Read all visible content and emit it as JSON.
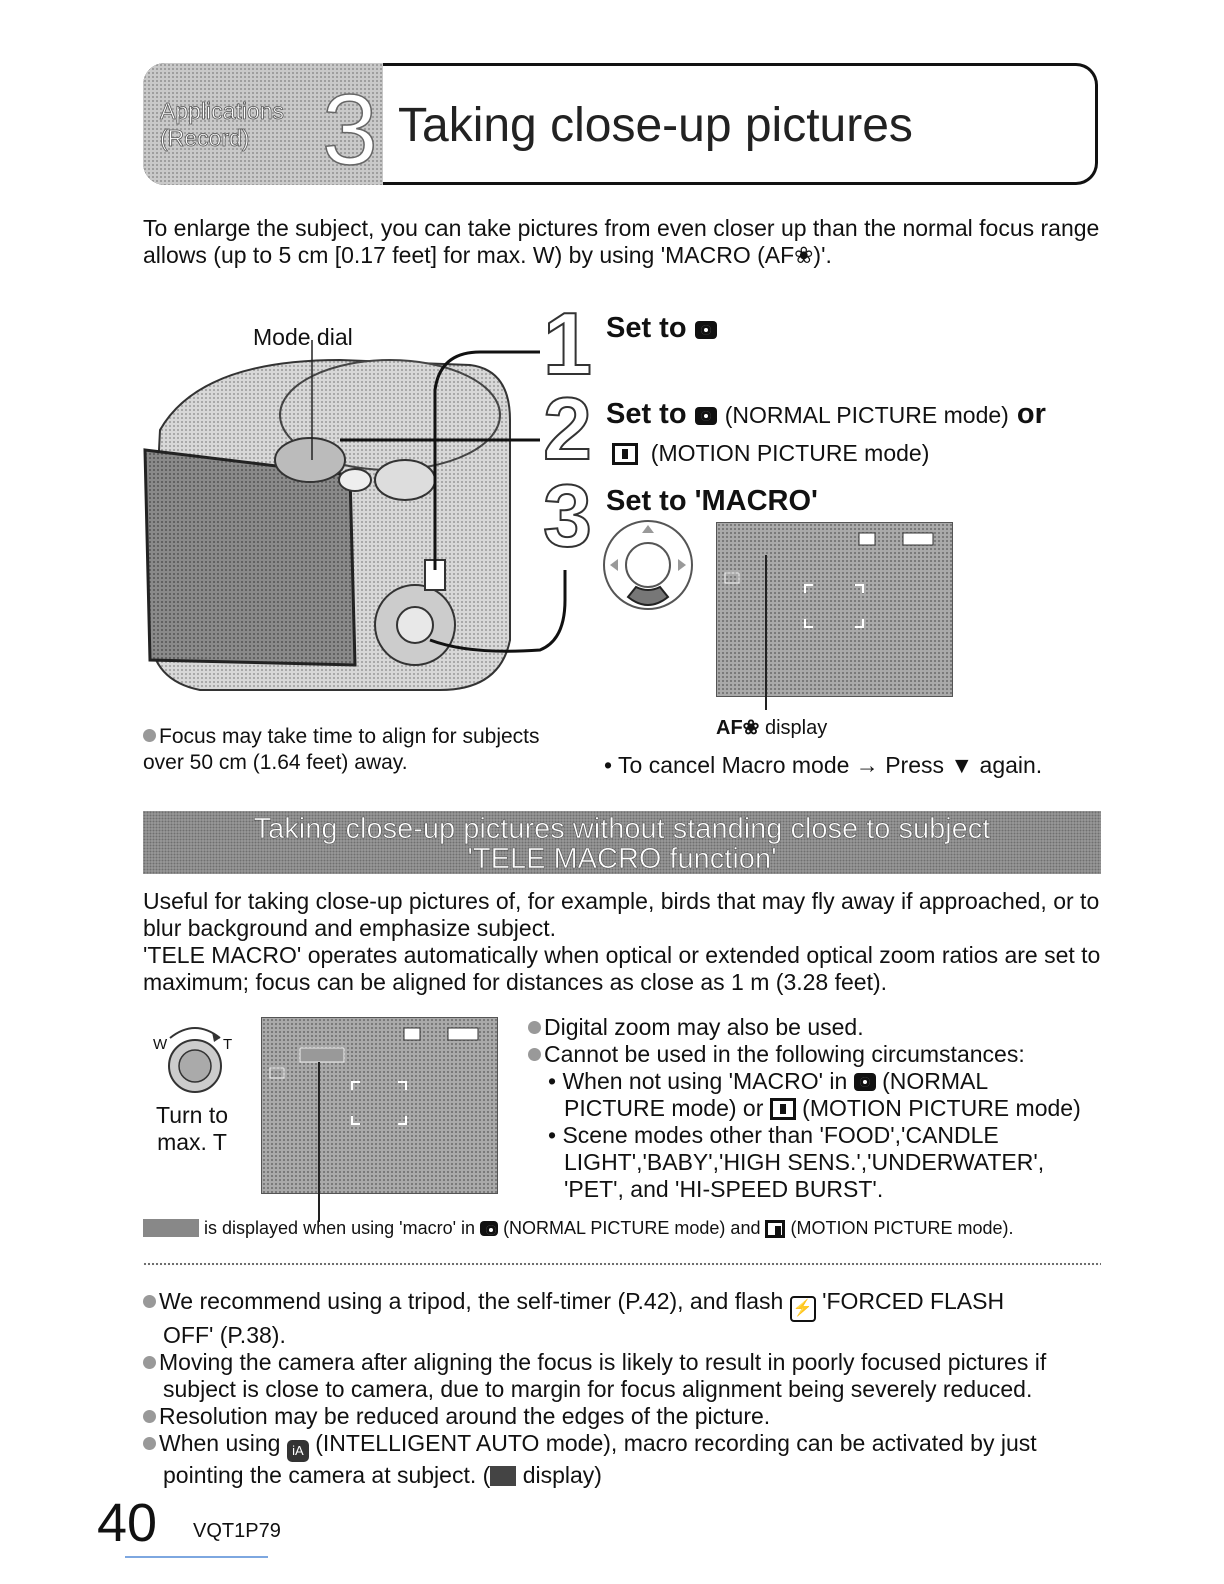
{
  "header": {
    "category_line1": "Applications",
    "category_line2": "(Record)",
    "chapter_number": "3",
    "title": "Taking close-up pictures"
  },
  "intro": "To enlarge the subject, you can take pictures from even closer up than the normal focus range allows (up to 5 cm [0.17 feet] for max. W) by using 'MACRO (AF❀)'.",
  "figure": {
    "mode_dial_label": "Mode dial",
    "focus_note": "Focus may take time to align for subjects over 50 cm (1.64 feet) away.",
    "af_display_label": "display",
    "af_icon": "AF❀",
    "cancel_note": "• To cancel Macro mode → Press ▼ again."
  },
  "steps": [
    {
      "number": "1",
      "title": "Set to"
    },
    {
      "number": "2",
      "title": "Set to",
      "normal": "(NORMAL PICTURE mode)",
      "or": "or",
      "motion": "(MOTION PICTURE mode)"
    },
    {
      "number": "3",
      "title": "Set to 'MACRO'"
    }
  ],
  "tele_section": {
    "band_line1": "Taking close-up pictures without standing close to subject",
    "band_line2": "'TELE MACRO function'",
    "para1": "Useful for taking close-up pictures of, for example, birds that may fly away if approached, or to blur background and emphasize subject.",
    "para2": "'TELE MACRO' operates automatically when optical or extended optical zoom ratios are set to maximum; focus can be aligned for distances as close as 1 m (3.28 feet).",
    "zoom_w": "W",
    "zoom_t": "T",
    "turn_label_1": "Turn to",
    "turn_label_2": "max. T",
    "bullet1": "Digital zoom may also be used.",
    "bullet2": "Cannot be used in the following circumstances:",
    "sub1_a": "• When not using 'MACRO' in",
    "sub1_b": "(NORMAL",
    "sub1_c": "PICTURE mode) or",
    "sub1_d": "(MOTION PICTURE mode)",
    "sub2_a": "• Scene modes other than 'FOOD','CANDLE",
    "sub2_b": "LIGHT','BABY','HIGH SENS.','UNDERWATER',",
    "sub2_c": "'PET', and 'HI-SPEED BURST'.",
    "caption_a": "is displayed when using 'macro' in",
    "caption_b": "(NORMAL PICTURE mode) and",
    "caption_c": "(MOTION PICTURE mode)."
  },
  "notes": {
    "n1a": "We recommend using a tripod, the self-timer (P.42), and flash",
    "n1b": "'FORCED FLASH",
    "n1c": "OFF' (P.38).",
    "n2a": "Moving the camera after aligning the focus is likely to result in poorly focused pictures if",
    "n2b": "subject is close to camera, due to margin for focus alignment being severely reduced.",
    "n3": "Resolution may be reduced around the edges of the picture.",
    "n4a": "When using",
    "n4b": "(INTELLIGENT AUTO mode), macro recording can be activated by just",
    "n4c": "pointing the camera at subject. (",
    "n4d": "display)"
  },
  "footer": {
    "page_number": "40",
    "code": "VQT1P79"
  }
}
